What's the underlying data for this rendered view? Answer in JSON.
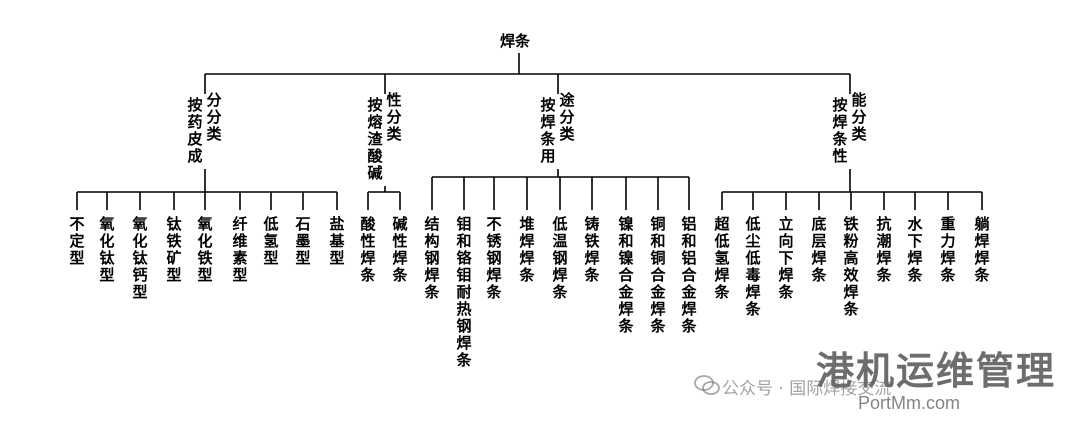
{
  "root": "焊条",
  "branches": [
    {
      "label": "按药皮成分分类",
      "leaves": [
        "不定型",
        "氧化钛型",
        "氧化钛钙型",
        "钛铁矿型",
        "氧化铁型",
        "纤维素型",
        "低氢型",
        "石墨型",
        "盐基型"
      ]
    },
    {
      "label": "按熔渣酸碱性分类",
      "leaves": [
        "酸性焊条",
        "碱性焊条"
      ]
    },
    {
      "label": "按焊条用途分类",
      "leaves": [
        "结构钢焊条",
        "钼和铬钼耐热钢焊条",
        "不锈钢焊条",
        "堆焊焊条",
        "低温钢焊条",
        "铸铁焊条",
        "镍和镍合金焊条",
        "铜和铜合金焊条",
        "铝和铝合金焊条"
      ]
    },
    {
      "label": "按焊条性能分类",
      "leaves": [
        "超低氢焊条",
        "低尘低毒焊条",
        "立向下焊条",
        "底层焊条",
        "铁粉高效焊条",
        "抗潮焊条",
        "水下焊条",
        "重力焊条",
        "躺焊焊条"
      ]
    }
  ],
  "watermark": {
    "brand": "港机运维管理",
    "url": "PortMm.com",
    "account": "公众号 · 国际焊接交流"
  }
}
